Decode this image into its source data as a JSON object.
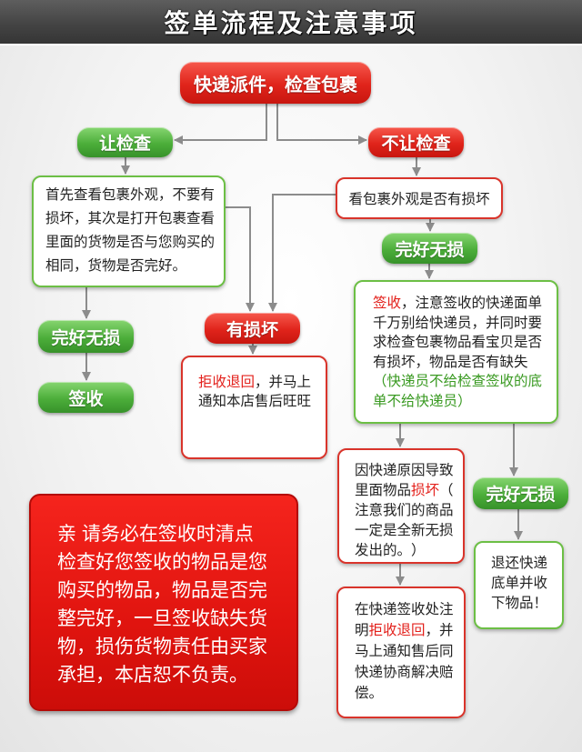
{
  "header": {
    "title": "签单流程及注意事项"
  },
  "flow": {
    "start": "快递派件，检查包裹",
    "allow_check": "让检查",
    "deny_check": "不让检查",
    "allow_instructions": "首先查看包裹外观，不要有损坏，其次是打开包裹查看里面的货物是否与您购买的相同，货物是否完好。",
    "allow_intact": "完好无损",
    "allow_sign": "签收",
    "deny_inspect": "看包裹外观是否有损坏",
    "deny_intact": "完好无损",
    "damaged": "有损坏",
    "damaged_action": {
      "highlight": "拒收退回",
      "rest": "，并马上通知本店售后旺旺"
    },
    "sign_notice": {
      "highlight": "签收",
      "body": "，注意签收的快递面单千万别给快递员，并同时要求检查包裹物品看宝贝是否有损坏，物品是否有缺失",
      "note": "（快递员不给检查签收的底单不给快递员）"
    },
    "courier_damage": {
      "before": "因快递原因导致里面物品",
      "highlight": "损坏",
      "after": "（注意我们的商品一定是全新无损发出的。）"
    },
    "courier_damage_action": {
      "before": "在快递签收处注明",
      "highlight": "拒收退回",
      "after": "，并马上通知售后同快递协商解决赔偿。"
    },
    "final_intact": "完好无损",
    "final_action": "退还快递底单并收下物品！"
  },
  "notice": {
    "text": "亲 请务必在签收时清点检查好您签收的物品是您购买的物品，物品是否完整完好，一旦签收缺失货物，损伤货物责任由买家承担，本店恕不负责。"
  },
  "colors": {
    "red": "#e0241b",
    "red-dark": "#c8160f",
    "green": "#4cae3a",
    "green-dark": "#37922a",
    "border-red": "#d9342b",
    "border-green": "#6cbf45",
    "hl-red": "#e3201b",
    "hl-green": "#3a9a22",
    "arrow": "#8c8c8c",
    "header": "#444444"
  }
}
